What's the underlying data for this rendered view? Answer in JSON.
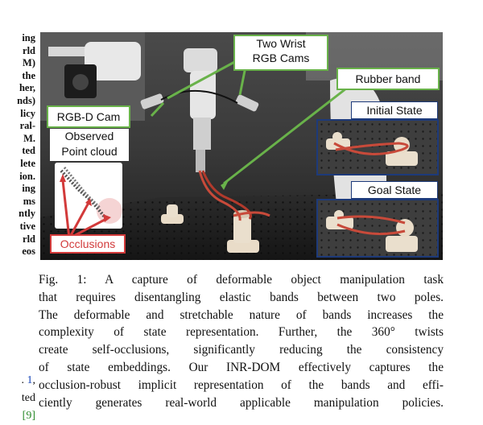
{
  "left_column": {
    "lines": [
      "ing",
      "rld",
      "M)",
      "the",
      "her,",
      "nds)",
      "licy",
      "ral-",
      "M.",
      "ted",
      "lete",
      "ion.",
      "ing",
      "ms",
      "ntly",
      "tive",
      "rld",
      "eos"
    ],
    "bottom_line1_text": ". ",
    "bottom_line1_link": "1",
    "bottom_line1_end": ",",
    "bottom_line2": "ted",
    "bottom_line3_cite": "[9]"
  },
  "figure": {
    "labels": {
      "two_wrist_cams": [
        "Two Wrist",
        "RGB Cams"
      ],
      "rubber_band": "Rubber band",
      "rgbd_cam": "RGB-D Cam",
      "observed": [
        "Observed",
        "Point cloud"
      ],
      "occlusions": "Occlusions",
      "initial_state": "Initial State",
      "goal_state": "Goal State"
    },
    "colors": {
      "label_border": "#69b24a",
      "occlusion": "#d23a3a",
      "inset_border": "#1d3a7a",
      "band": "#c84a3a"
    }
  },
  "caption": {
    "lines": [
      "Fig. 1: A capture of deformable object manipulation task",
      "that requires disentangling elastic bands between two poles.",
      "The deformable and stretchable nature of bands increases the",
      "complexity of state representation. Further, the 360° twists",
      "create self-occlusions, significantly reducing the consistency",
      "of state embeddings. Our INR-DOM effectively captures the",
      "occlusion-robust implicit representation of the bands and effi-",
      "ciently generates real-world applicable manipulation policies."
    ]
  }
}
